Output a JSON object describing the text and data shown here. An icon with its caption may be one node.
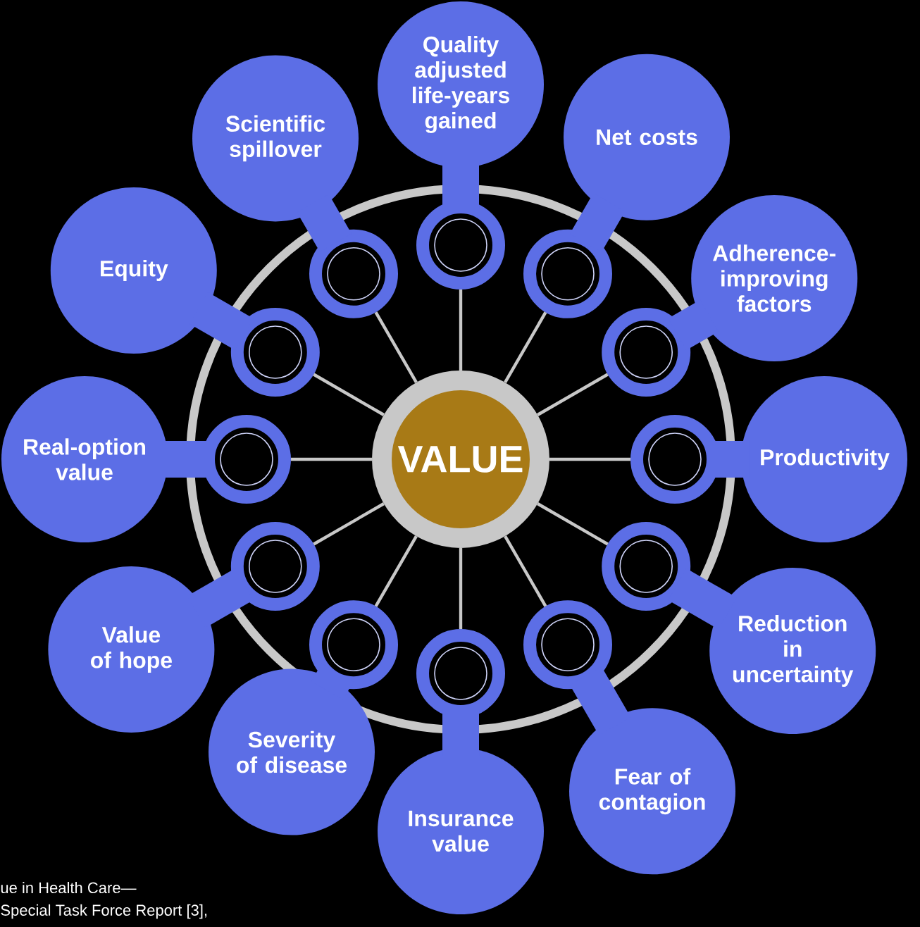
{
  "diagram": {
    "nodes": [
      {
        "text": [
          "VALUE"
        ]
      },
      {
        "text": [
          "Quality adjusted life-years gained"
        ]
      },
      {
        "text": [
          "Net costs"
        ]
      },
      {
        "text": [
          "Adherence-improving factors"
        ]
      },
      {
        "text": [
          "Productivity"
        ]
      },
      {
        "text": [
          "Reduction in uncertainty"
        ]
      },
      {
        "text": [
          "Fear of contagion"
        ]
      },
      {
        "text": [
          "Insurance value"
        ]
      },
      {
        "text": [
          "Severity of disease"
        ]
      },
      {
        "text": [
          "Value of hope"
        ]
      },
      {
        "text": [
          "Real-option value"
        ]
      },
      {
        "text": [
          "Equity"
        ]
      },
      {
        "text": [
          "Scientific spillover"
        ]
      },
      {
        "text": [],
        "shape": "circle"
      },
      {
        "text": [],
        "shape": "circle"
      },
      {
        "text": [],
        "shape": "circle"
      },
      {
        "text": [],
        "shape": "circle"
      },
      {
        "text": [],
        "shape": "circle"
      },
      {
        "text": [],
        "shape": "circle"
      },
      {
        "text": [],
        "shape": "circle"
      },
      {
        "text": [],
        "shape": "circle"
      },
      {
        "text": [],
        "shape": "circle"
      },
      {
        "text": [],
        "shape": "circle"
      },
      {
        "text": [],
        "shape": "circle"
      },
      {
        "text": [],
        "shape": "circle"
      }
    ],
    "edges": [
      {
        "from": 0,
        "to": 13,
        "arrow": "none"
      },
      {
        "from": 0,
        "to": 14,
        "arrow": "none"
      },
      {
        "from": 0,
        "to": 15,
        "arrow": "none"
      },
      {
        "from": 0,
        "to": 16,
        "arrow": "none"
      },
      {
        "from": 0,
        "to": 17,
        "arrow": "none"
      },
      {
        "from": 0,
        "to": 18,
        "arrow": "none"
      },
      {
        "from": 0,
        "to": 19,
        "arrow": "none"
      },
      {
        "from": 0,
        "to": 20,
        "arrow": "none"
      },
      {
        "from": 0,
        "to": 21,
        "arrow": "none"
      },
      {
        "from": 0,
        "to": 22,
        "arrow": "none"
      },
      {
        "from": 0,
        "to": 23,
        "arrow": "none"
      },
      {
        "from": 0,
        "to": 24,
        "arrow": "none"
      },
      {
        "from": 13,
        "to": 1,
        "arrow": "none",
        "style": "thick",
        "color": "#5c6ee6"
      },
      {
        "from": 14,
        "to": 2,
        "arrow": "none",
        "style": "thick",
        "color": "#5c6ee6"
      },
      {
        "from": 15,
        "to": 3,
        "arrow": "none",
        "style": "thick",
        "color": "#5c6ee6"
      },
      {
        "from": 16,
        "to": 4,
        "arrow": "none",
        "style": "thick",
        "color": "#5c6ee6"
      },
      {
        "from": 17,
        "to": 5,
        "arrow": "none",
        "style": "thick",
        "color": "#5c6ee6"
      },
      {
        "from": 18,
        "to": 6,
        "arrow": "none",
        "style": "thick",
        "color": "#5c6ee6"
      },
      {
        "from": 19,
        "to": 7,
        "arrow": "none",
        "style": "thick",
        "color": "#5c6ee6"
      },
      {
        "from": 20,
        "to": 8,
        "arrow": "none",
        "style": "thick",
        "color": "#5c6ee6"
      },
      {
        "from": 21,
        "to": 9,
        "arrow": "none",
        "style": "thick",
        "color": "#5c6ee6"
      },
      {
        "from": 22,
        "to": 10,
        "arrow": "none",
        "style": "thick",
        "color": "#5c6ee6"
      },
      {
        "from": 23,
        "to": 11,
        "arrow": "none",
        "style": "thick",
        "color": "#5c6ee6"
      },
      {
        "from": 24,
        "to": 12,
        "arrow": "none",
        "style": "thick",
        "color": "#5c6ee6"
      }
    ],
    "labels": [
      "ue in Health Care—",
      "Special Task Force Report [3],"
    ]
  }
}
